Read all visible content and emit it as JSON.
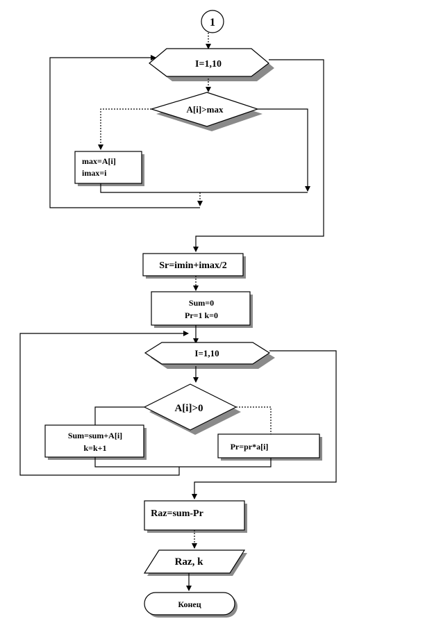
{
  "flowchart": {
    "connector": "1",
    "loop1": {
      "header": "I=1,10",
      "condition": "A[i]>max",
      "assign_line1": "max=A[i]",
      "assign_line2": "imax=i"
    },
    "avg": "Sr=imin+imax/2",
    "init_line1": "Sum=0",
    "init_line2": "Pr=1 k=0",
    "loop2": {
      "header": "I=1,10",
      "condition": "A[i]>0",
      "sum_line1": "Sum=sum+A[i]",
      "sum_line2": "k=k+1",
      "product": "Pr=pr*a[i]"
    },
    "diff": "Raz=sum-Pr",
    "output": "Raz, k",
    "end": "Конец"
  }
}
